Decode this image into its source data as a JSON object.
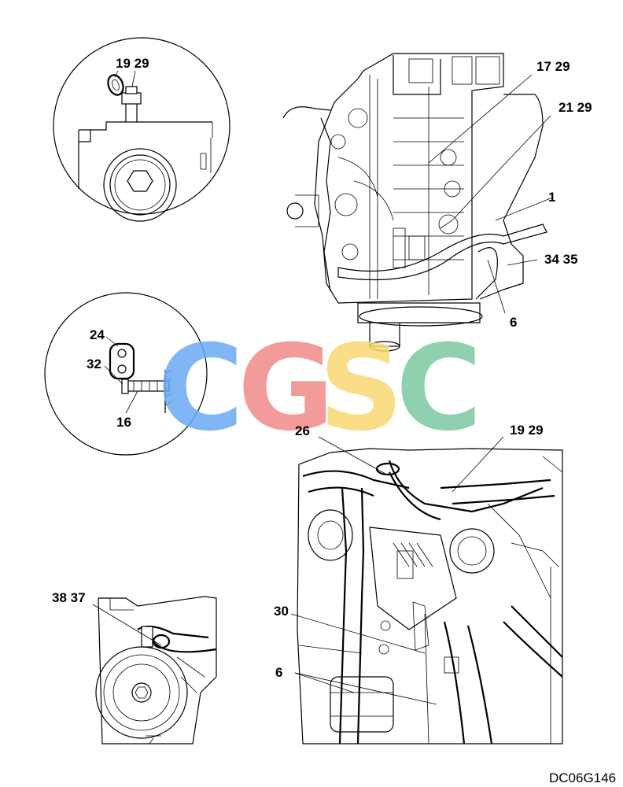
{
  "drawing_code": "DC06G146",
  "watermark": {
    "letters": [
      {
        "char": "C",
        "color": "#6aa9f5"
      },
      {
        "char": "G",
        "color": "#f28a8a"
      },
      {
        "char": "S",
        "color": "#f9d873"
      },
      {
        "char": "C",
        "color": "#7cc9a0"
      }
    ]
  },
  "callouts": {
    "c1": "19 29",
    "c2": "17 29",
    "c3": "21 29",
    "c4": "1",
    "c5": "34 35",
    "c6": "6",
    "c7": "24",
    "c8": "32",
    "c9": "16",
    "c10": "26",
    "c11": "19 29",
    "c12": "38 37",
    "c13": "30",
    "c14": "6"
  }
}
